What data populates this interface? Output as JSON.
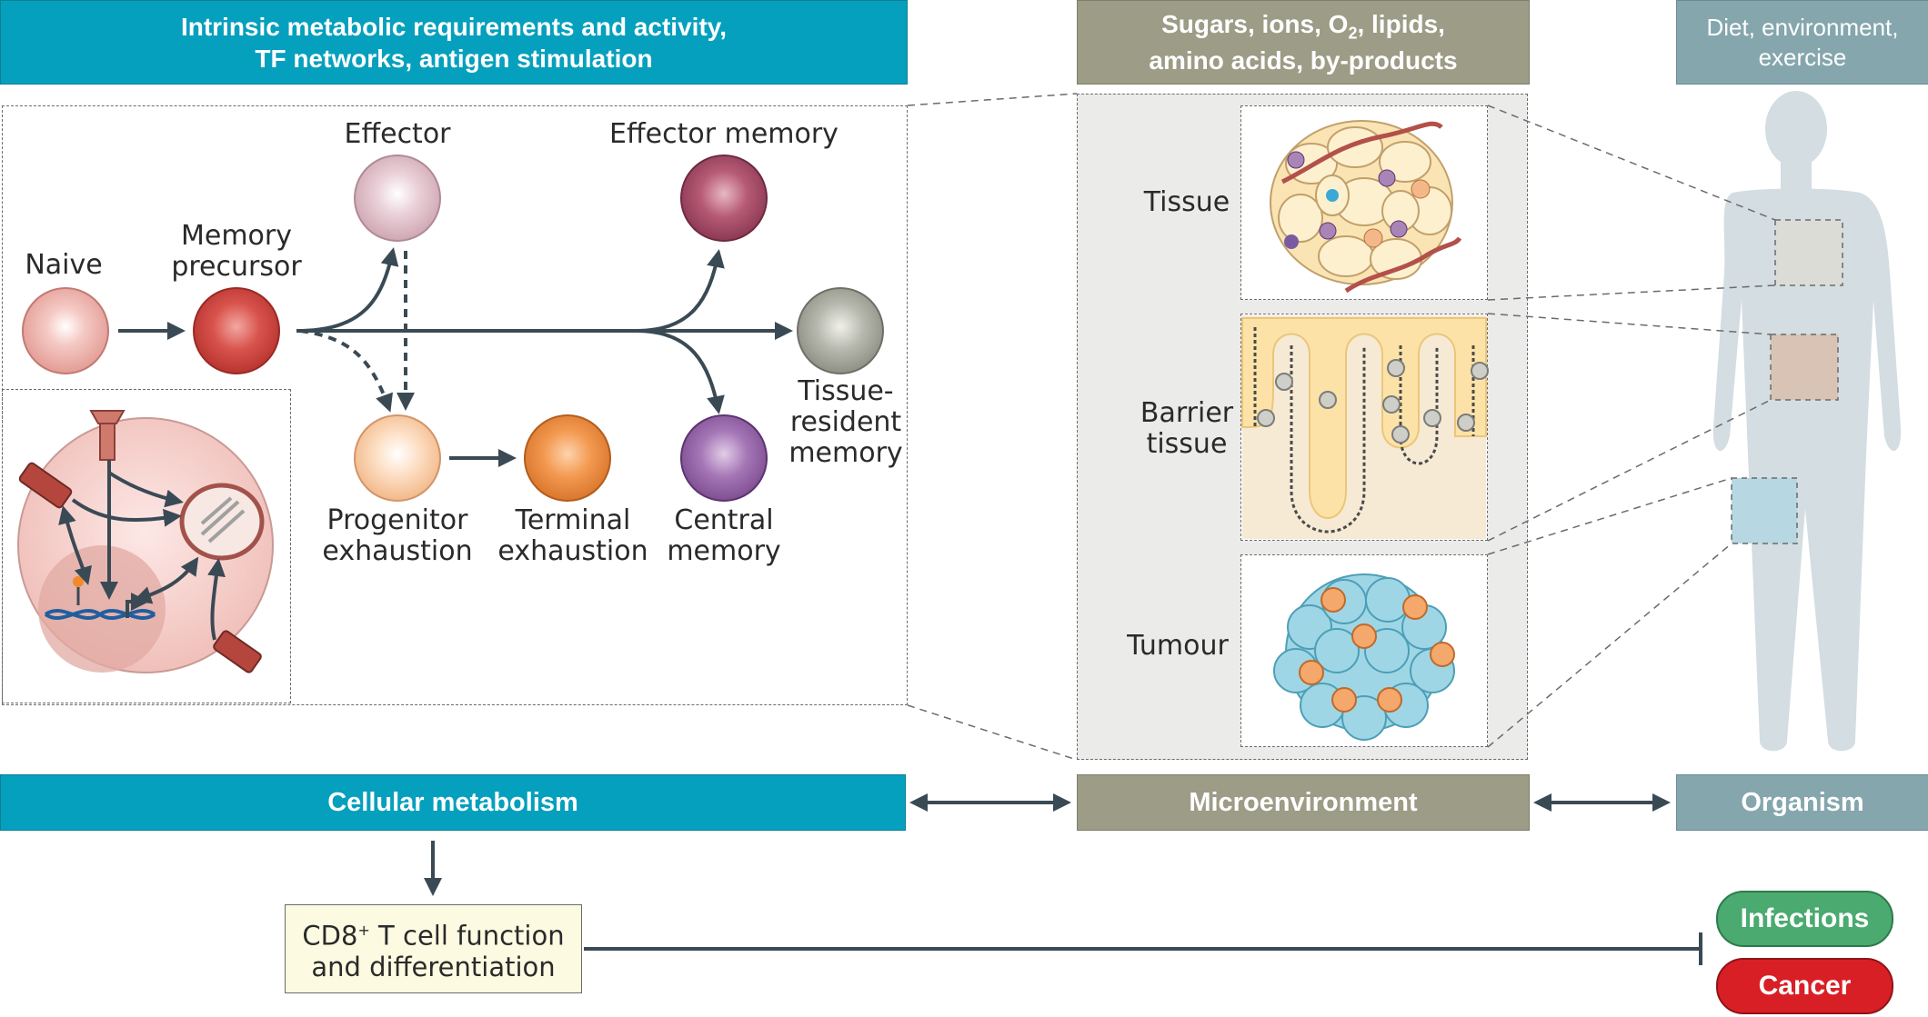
{
  "headers": {
    "intrinsic": "Intrinsic metabolic requirements and activity,\nTF networks, antigen stimulation",
    "micro_top_line1_a": "Sugars, ions, O",
    "micro_top_line1_sub": "2",
    "micro_top_line1_b": ", lipids,",
    "micro_top_line2": "amino acids, by-products",
    "organism_top": "Diet, environment,\nexercise",
    "cellular_metabolism": "Cellular metabolism",
    "microenvironment": "Microenvironment",
    "organism": "Organism"
  },
  "cells": {
    "naive": "Naive",
    "memory_precursor": "Memory\nprecursor",
    "effector": "Effector",
    "effector_memory": "Effector memory",
    "tissue_resident_memory": "Tissue-\nresident\nmemory",
    "progenitor_exhaustion": "Progenitor\nexhaustion",
    "terminal_exhaustion": "Terminal\nexhaustion",
    "central_memory": "Central\nmemory"
  },
  "microenvironments": {
    "tissue": "Tissue",
    "barrier_tissue": "Barrier\ntissue",
    "tumour": "Tumour"
  },
  "outcome": {
    "cd8_prefix": "CD8",
    "cd8_sup": "+",
    "cd8_line1_rest": " T cell function",
    "cd8_line2": "and differentiation",
    "infections": "Infections",
    "cancer": "Cancer"
  },
  "colors": {
    "teal": "#05a0bd",
    "olive": "#9c9c87",
    "slate": "#85a6ad",
    "infections_green": "#4aaa70",
    "cancer_red": "#d91f26",
    "arrow": "#3a4a55"
  }
}
